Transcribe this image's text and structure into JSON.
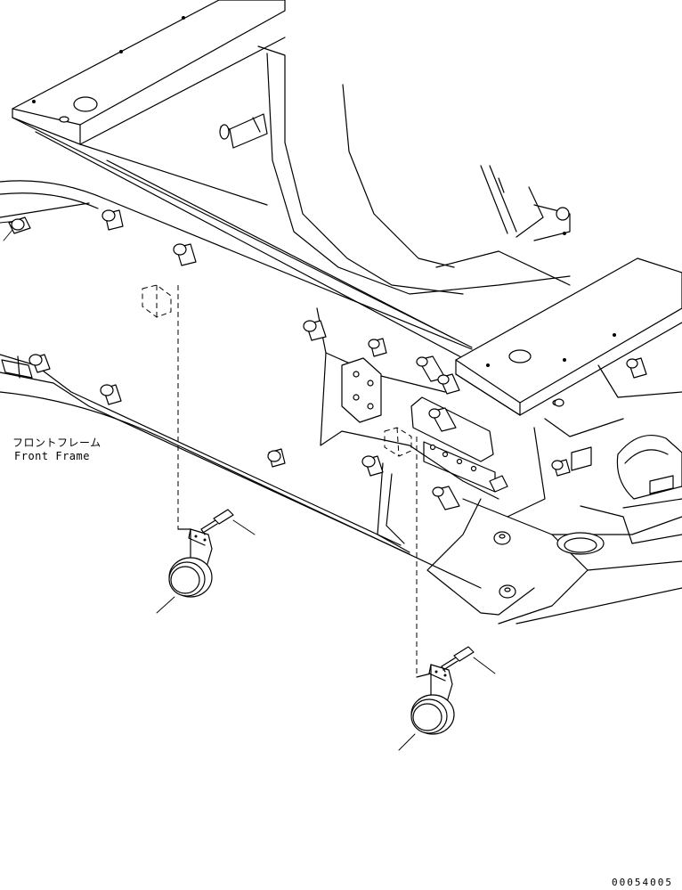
{
  "labels": {
    "part_name_jp": "フロントフレーム",
    "part_name_en": "Front Frame"
  },
  "drawing_code": "00054005"
}
